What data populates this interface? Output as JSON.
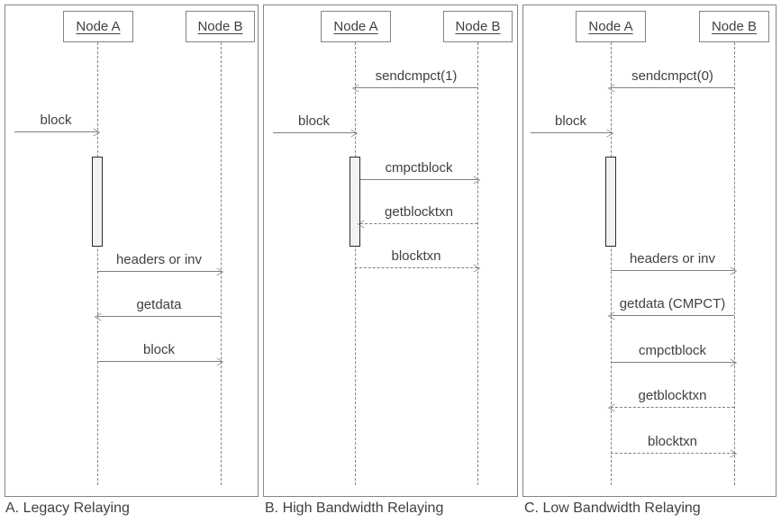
{
  "colors": {
    "border_gray": "#848484",
    "line_gray": "#7f7f7f",
    "text_gray": "#404040",
    "activation_fill": "#f2f2f2",
    "activation_border": "#2b2b2b",
    "background": "#ffffff"
  },
  "panels": [
    {
      "caption": "A. Legacy Relaying",
      "actors": [
        {
          "name": "Node A"
        },
        {
          "name": "Node B"
        }
      ],
      "messages": [
        {
          "label": "block",
          "from": "external",
          "to": "Node A",
          "line": "solid",
          "direction": "right"
        },
        {
          "label": "headers or inv",
          "from": "Node A",
          "to": "Node B",
          "line": "solid",
          "direction": "right"
        },
        {
          "label": "getdata",
          "from": "Node B",
          "to": "Node A",
          "line": "solid",
          "direction": "left"
        },
        {
          "label": "block",
          "from": "Node A",
          "to": "Node B",
          "line": "solid",
          "direction": "right"
        }
      ]
    },
    {
      "caption": "B. High Bandwidth Relaying",
      "actors": [
        {
          "name": "Node A"
        },
        {
          "name": "Node B"
        }
      ],
      "messages": [
        {
          "label": "sendcmpct(1)",
          "from": "Node B",
          "to": "Node A",
          "line": "solid",
          "direction": "left"
        },
        {
          "label": "block",
          "from": "external",
          "to": "Node A",
          "line": "solid",
          "direction": "right"
        },
        {
          "label": "cmpctblock",
          "from": "Node A",
          "to": "Node B",
          "line": "solid",
          "direction": "right"
        },
        {
          "label": "getblocktxn",
          "from": "Node B",
          "to": "Node A",
          "line": "dashed",
          "direction": "left"
        },
        {
          "label": "blocktxn",
          "from": "Node A",
          "to": "Node B",
          "line": "dashed",
          "direction": "right"
        }
      ]
    },
    {
      "caption": "C. Low Bandwidth Relaying",
      "actors": [
        {
          "name": "Node A"
        },
        {
          "name": "Node B"
        }
      ],
      "messages": [
        {
          "label": "sendcmpct(0)",
          "from": "Node B",
          "to": "Node A",
          "line": "solid",
          "direction": "left"
        },
        {
          "label": "block",
          "from": "external",
          "to": "Node A",
          "line": "solid",
          "direction": "right"
        },
        {
          "label": "headers or inv",
          "from": "Node A",
          "to": "Node B",
          "line": "solid",
          "direction": "right"
        },
        {
          "label": "getdata (CMPCT)",
          "from": "Node B",
          "to": "Node A",
          "line": "solid",
          "direction": "left"
        },
        {
          "label": "cmpctblock",
          "from": "Node A",
          "to": "Node B",
          "line": "solid",
          "direction": "right"
        },
        {
          "label": "getblocktxn",
          "from": "Node B",
          "to": "Node A",
          "line": "dashed",
          "direction": "left"
        },
        {
          "label": "blocktxn",
          "from": "Node A",
          "to": "Node B",
          "line": "dashed",
          "direction": "right"
        }
      ]
    }
  ]
}
